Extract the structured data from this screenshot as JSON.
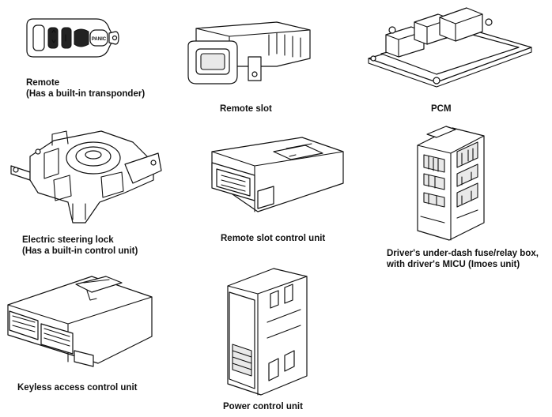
{
  "components": [
    {
      "id": "remote",
      "name_lines": [
        "Remote",
        "(Has a built-in transponder)"
      ],
      "icon": "remote-key-fob"
    },
    {
      "id": "remote-slot",
      "name_lines": [
        "Remote slot"
      ],
      "icon": "remote-slot-unit"
    },
    {
      "id": "pcm",
      "name_lines": [
        "PCM"
      ],
      "icon": "pcm-module"
    },
    {
      "id": "steering-lock",
      "name_lines": [
        "Electric steering lock",
        "(Has a built-in control unit)"
      ],
      "icon": "steering-lock-assembly"
    },
    {
      "id": "remote-slot-cu",
      "name_lines": [
        "Remote slot control unit"
      ],
      "icon": "control-unit-box"
    },
    {
      "id": "fuse-box",
      "name_lines": [
        "Driver's under-dash fuse/relay box,",
        "with driver's MICU (Imoes unit)"
      ],
      "icon": "fuse-relay-box"
    },
    {
      "id": "keyless-cu",
      "name_lines": [
        "Keyless access control unit"
      ],
      "icon": "flat-control-unit"
    },
    {
      "id": "power-cu",
      "name_lines": [
        "Power control unit"
      ],
      "icon": "upright-control-unit"
    }
  ],
  "remote_buttons": [
    "",
    "",
    "",
    "PANIC"
  ],
  "colors": {
    "line": "#111111",
    "background": "#ffffff"
  }
}
